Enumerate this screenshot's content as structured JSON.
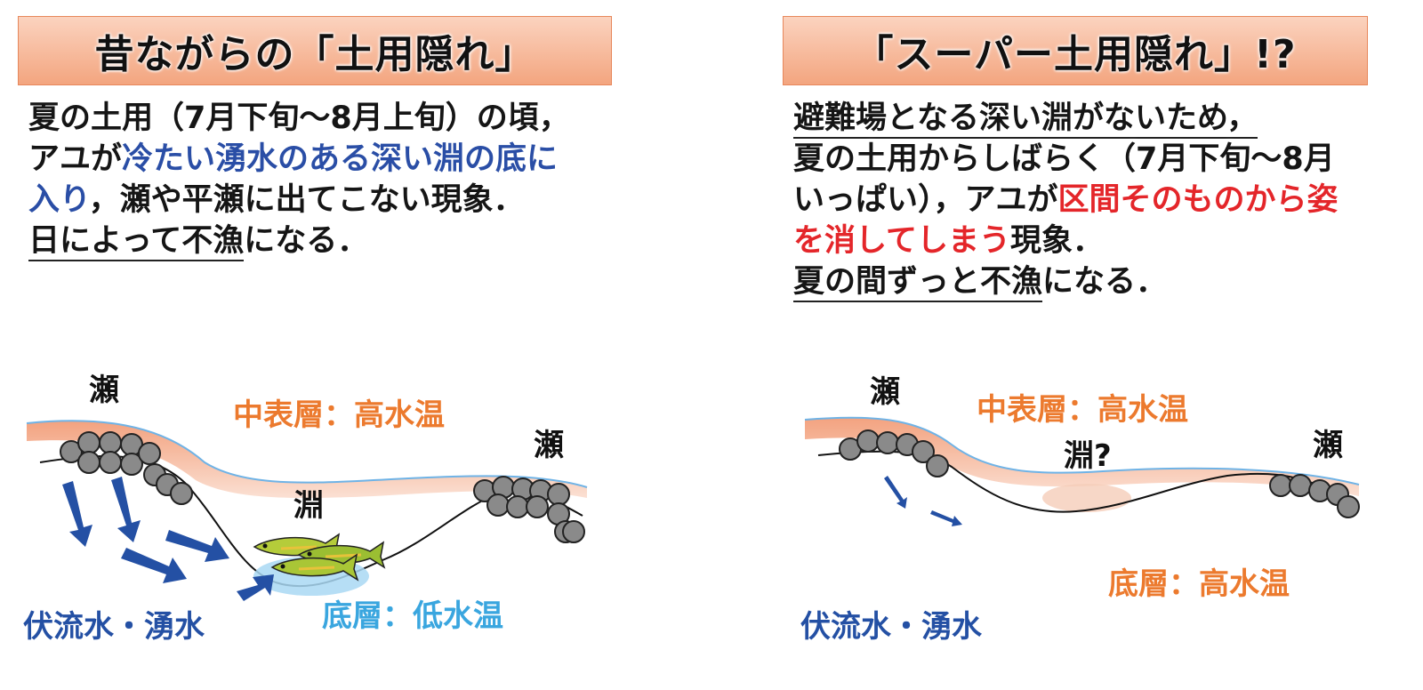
{
  "left": {
    "title": "昔ながらの「土用隠れ」",
    "lines": [
      [
        {
          "t": "夏の土用（7月下旬～8月上旬）の頃，",
          "c": ""
        }
      ],
      [
        {
          "t": "アユが",
          "c": ""
        },
        {
          "t": "冷たい湧水のある深い淵の底に",
          "c": "blue"
        }
      ],
      [
        {
          "t": "入り",
          "c": "blue"
        },
        {
          "t": "，瀬や平瀬に出てこない現象．",
          "c": ""
        }
      ],
      [
        {
          "t": "日によって不漁",
          "c": "u"
        },
        {
          "t": "になる．",
          "c": ""
        }
      ]
    ],
    "labels": {
      "se_left": "瀬",
      "se_right": "瀬",
      "fuchi": "淵",
      "upper_layer": "中表層：高水温",
      "bottom_layer": "底層：低水温",
      "groundwater": "伏流水・湧水"
    }
  },
  "right": {
    "title": "「スーパー土用隠れ」!?",
    "lines": [
      [
        {
          "t": "避難場となる深い淵がないため，",
          "c": "u"
        }
      ],
      [
        {
          "t": "夏の土用からしばらく（7月下旬～8月",
          "c": ""
        }
      ],
      [
        {
          "t": "いっぱい），アユが",
          "c": ""
        },
        {
          "t": "区間そのものから姿",
          "c": "red"
        }
      ],
      [
        {
          "t": "を消してしまう",
          "c": "red"
        },
        {
          "t": "現象．",
          "c": ""
        }
      ],
      [
        {
          "t": "夏の間ずっと不漁",
          "c": "u"
        },
        {
          "t": "になる．",
          "c": ""
        }
      ]
    ],
    "labels": {
      "se_left": "瀬",
      "se_right": "瀬",
      "fuchi": "淵?",
      "upper_layer": "中表層：高水温",
      "bottom_layer": "底層：高水温",
      "groundwater": "伏流水・湧水"
    }
  },
  "colors": {
    "title_fill": "#f3a57f",
    "accent_blue": "#2a4ea6",
    "accent_red": "#e4262a",
    "orange_label": "#ec7a2e",
    "cyan_label": "#3aa6df",
    "water_surface": "#f5b89c"
  }
}
